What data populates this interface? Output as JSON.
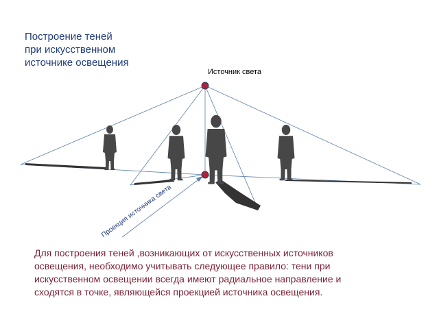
{
  "title": {
    "lines": [
      "Построение теней",
      "при искусственном",
      "источнике освещения"
    ]
  },
  "diagram": {
    "light_source_label": "Источник света",
    "projection_label": "Проекция источника света"
  },
  "description": {
    "lines": [
      "Для построения теней ,возникающих от искусственных источников",
      "освещения, необходимо учитывать следующее правило: тени при",
      "искусственном освещении всегда имеют радиальное направление и",
      "сходятся в точке, являющейся проекцией источника освещения."
    ]
  },
  "colors": {
    "title": "#1f3b7a",
    "description": "#7a2236",
    "lines": "#5b7fa6",
    "figures": "#444444",
    "light_point": "#b0203a"
  }
}
